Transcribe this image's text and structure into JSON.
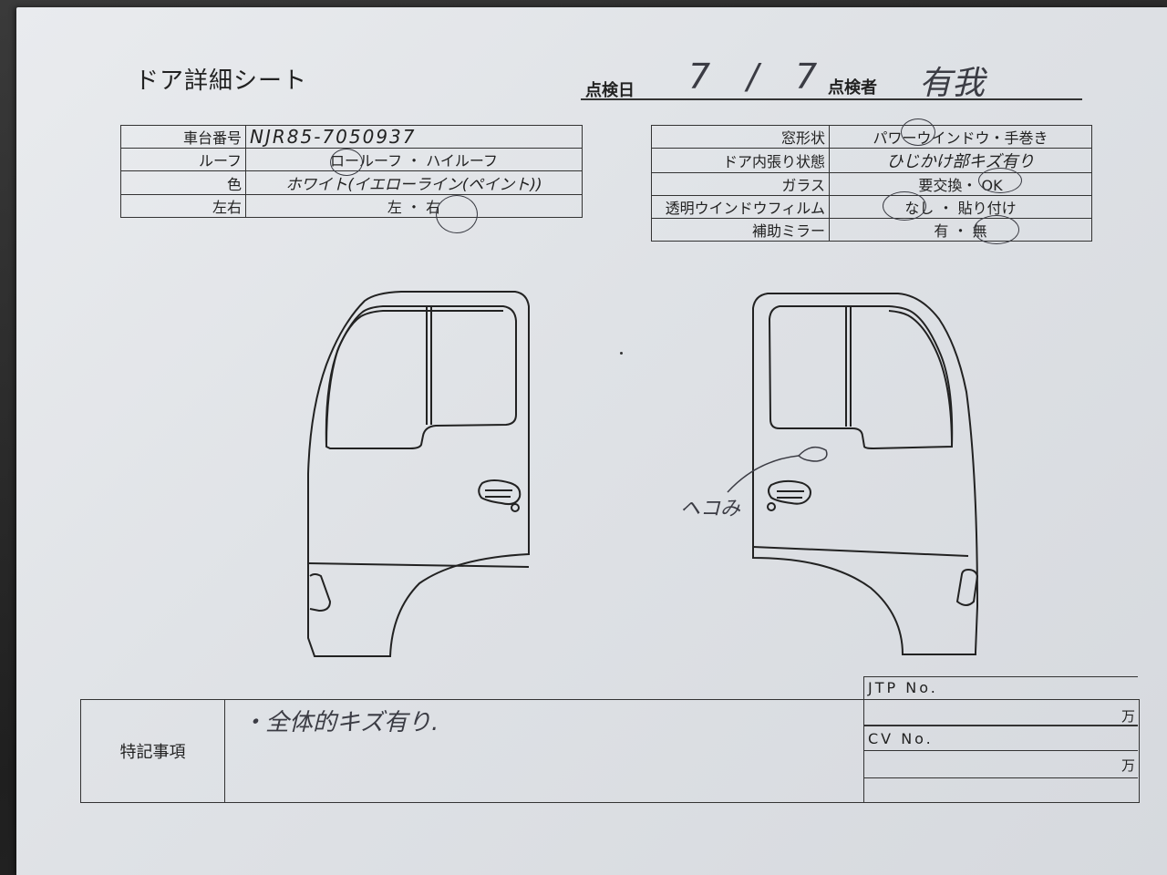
{
  "title": "ドア詳細シート",
  "header": {
    "inspection_date_label": "点検日",
    "inspection_date_value": "7 / 7",
    "inspector_label": "点検者",
    "inspector_value": "有我"
  },
  "left_table": [
    {
      "label": "車台番号",
      "value": "NJR85-7050937"
    },
    {
      "label": "ルーフ",
      "value": "ロールーフ ・ ハイルーフ"
    },
    {
      "label": "色",
      "value": "ホワイト(イエローライン(ペイント))"
    },
    {
      "label": "左右",
      "value": "左 ・ 右"
    }
  ],
  "right_table": [
    {
      "label": "窓形状",
      "value": "パワーウインドウ・手巻き"
    },
    {
      "label": "ドア内張り状態",
      "value": "ひじかけ部キズ有り"
    },
    {
      "label": "ガラス",
      "value": "要交換・ OK"
    },
    {
      "label": "透明ウインドウフィルム",
      "value": "なし ・ 貼り付け"
    },
    {
      "label": "補助ミラー",
      "value": "有 ・ 無"
    }
  ],
  "annotation": "ヘコみ",
  "notes": {
    "label": "特記事項",
    "text": "・全体的キズ有り.",
    "jtp_label": "JTP No.",
    "cv_label": "CV No.",
    "unit": "万"
  }
}
